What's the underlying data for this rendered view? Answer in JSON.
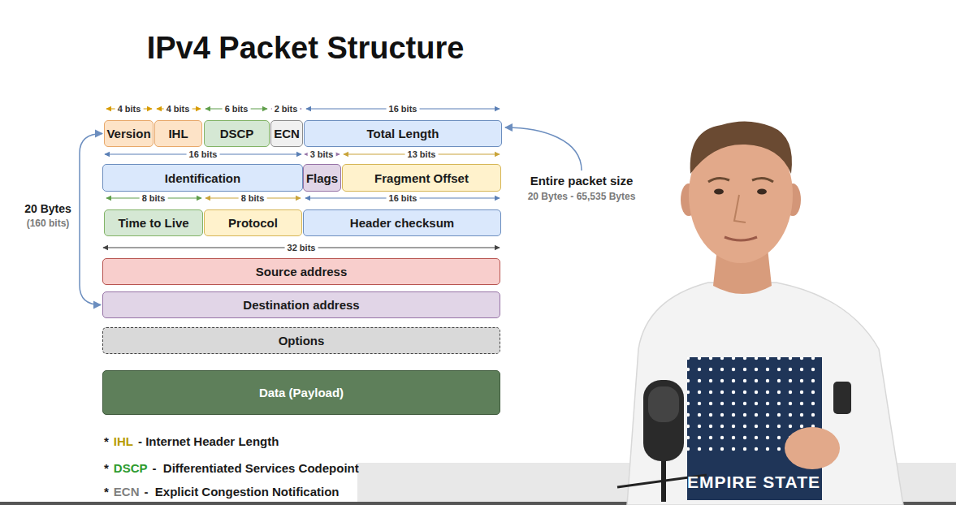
{
  "diagram": {
    "title": "IPv4 Packet Structure",
    "nodes": [
      {
        "text": [
          "Version"
        ]
      },
      {
        "text": [
          "IHL"
        ]
      },
      {
        "text": [
          "DSCP"
        ]
      },
      {
        "text": [
          "ECN"
        ]
      },
      {
        "text": [
          "Total Length"
        ]
      },
      {
        "text": [
          "Identification"
        ]
      },
      {
        "text": [
          "Flags"
        ]
      },
      {
        "text": [
          "Fragment Offset"
        ]
      },
      {
        "text": [
          "Time to Live"
        ]
      },
      {
        "text": [
          "Protocol"
        ]
      },
      {
        "text": [
          "Header checksum"
        ]
      },
      {
        "text": [
          "Source address"
        ]
      },
      {
        "text": [
          "Destination address"
        ]
      },
      {
        "text": [
          "Options"
        ]
      },
      {
        "text": [
          "Data (Payload)"
        ]
      }
    ],
    "edges": [
      {
        "from": 0,
        "to": 12,
        "arrow": "both"
      }
    ],
    "labels": [
      "4 bits",
      "4 bits",
      "6 bits",
      "2 bits",
      "16 bits",
      "16 bits",
      "3 bits",
      "13 bits",
      "8 bits",
      "8 bits",
      "16 bits",
      "32 bits",
      "20 Bytes",
      "(160 bits)",
      "Entire packet size",
      "20 Bytes - 65,535 Bytes",
      "*",
      "IHL",
      "- Internet Header Length",
      "*",
      "DSCP",
      "-  Differentiated Services Codepoint",
      "*",
      "ECN",
      "-  Explicit Congestion Notification",
      "EMPIRE STATE"
    ]
  }
}
